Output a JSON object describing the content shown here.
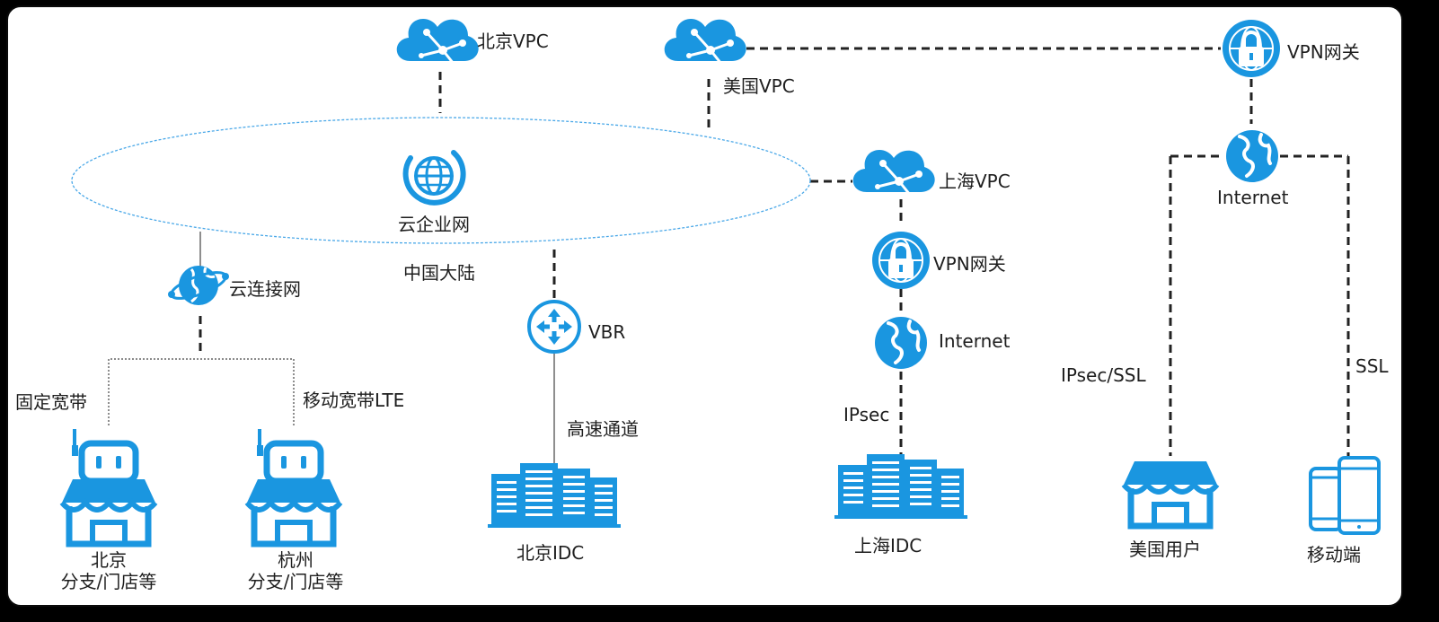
{
  "colors": {
    "primary": "#1a96e0",
    "dark": "#0f75bf",
    "line": "#222222",
    "ellipse_stroke": "#4aa8e8"
  },
  "nodes": {
    "beijing_vpc": "北京VPC",
    "us_vpc": "美国VPC",
    "vpn_gateway_top": "VPN网关",
    "cen": "云企业网",
    "china_mainland": "中国大陆",
    "internet_right": "Internet",
    "shanghai_vpc": "上海VPC",
    "vpn_gateway_mid": "VPN网关",
    "ccn": "云连接网",
    "vbr": "VBR",
    "internet_mid": "Internet",
    "fixed_broadband": "固定宽带",
    "mobile_lte": "移动宽带LTE",
    "express_connect": "高速通道",
    "ipsec": "IPsec",
    "ipsec_ssl": "IPsec/SSL",
    "ssl": "SSL",
    "beijing_branch": [
      "北京",
      "分支/门店等"
    ],
    "hangzhou_branch": [
      "杭州",
      "分支/门店等"
    ],
    "beijing_idc": "北京IDC",
    "shanghai_idc": "上海IDC",
    "us_user": "美国用户",
    "mobile": "移动端"
  }
}
